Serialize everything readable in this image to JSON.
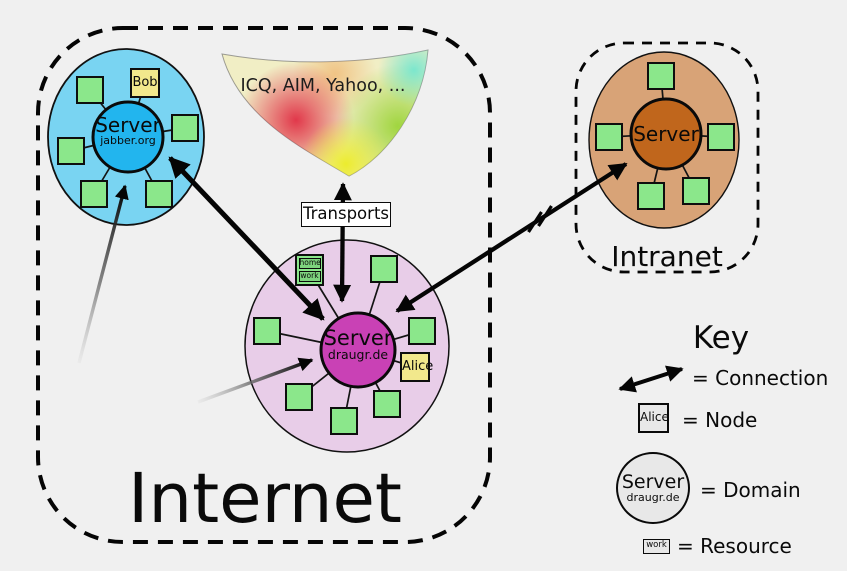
{
  "colors": {
    "background": "#f0f0f0",
    "jabber-ellipse": "#79d4f2",
    "jabber-circle": "#22b5ee",
    "draugr-ellipse": "#e8cde8",
    "draugr-circle": "#c941b5",
    "intranet-ellipse": "#d8a377",
    "intranet-circle": "#c0661c",
    "node-green": "#8be78b",
    "node-yellow": "#f2e88c",
    "resource-green": "#7ed47e",
    "key-gray": "#e8e8e8"
  },
  "internet": {
    "label": "Internet"
  },
  "intranet": {
    "label": "Intranet"
  },
  "legacy_networks": {
    "label": "ICQ, AIM, Yahoo, ...",
    "transports_label": "Transports"
  },
  "domains": {
    "jabber": {
      "server_label": "Server",
      "domain_name": "jabber.org",
      "node_label": "Bob"
    },
    "draugr": {
      "server_label": "Server",
      "domain_name": "draugr.de",
      "node_label": "Alice",
      "resources": {
        "home": "home",
        "work": "work"
      }
    },
    "intranet_server": {
      "server_label": "Server"
    }
  },
  "key": {
    "title": "Key",
    "connection_label": "= Connection",
    "node_label": "= Node",
    "node_sample": "Alice",
    "domain_label": "= Domain",
    "domain_sample_title": "Server",
    "domain_sample_name": "draugr.de",
    "resource_label": "= Resource",
    "resource_sample": "work"
  }
}
